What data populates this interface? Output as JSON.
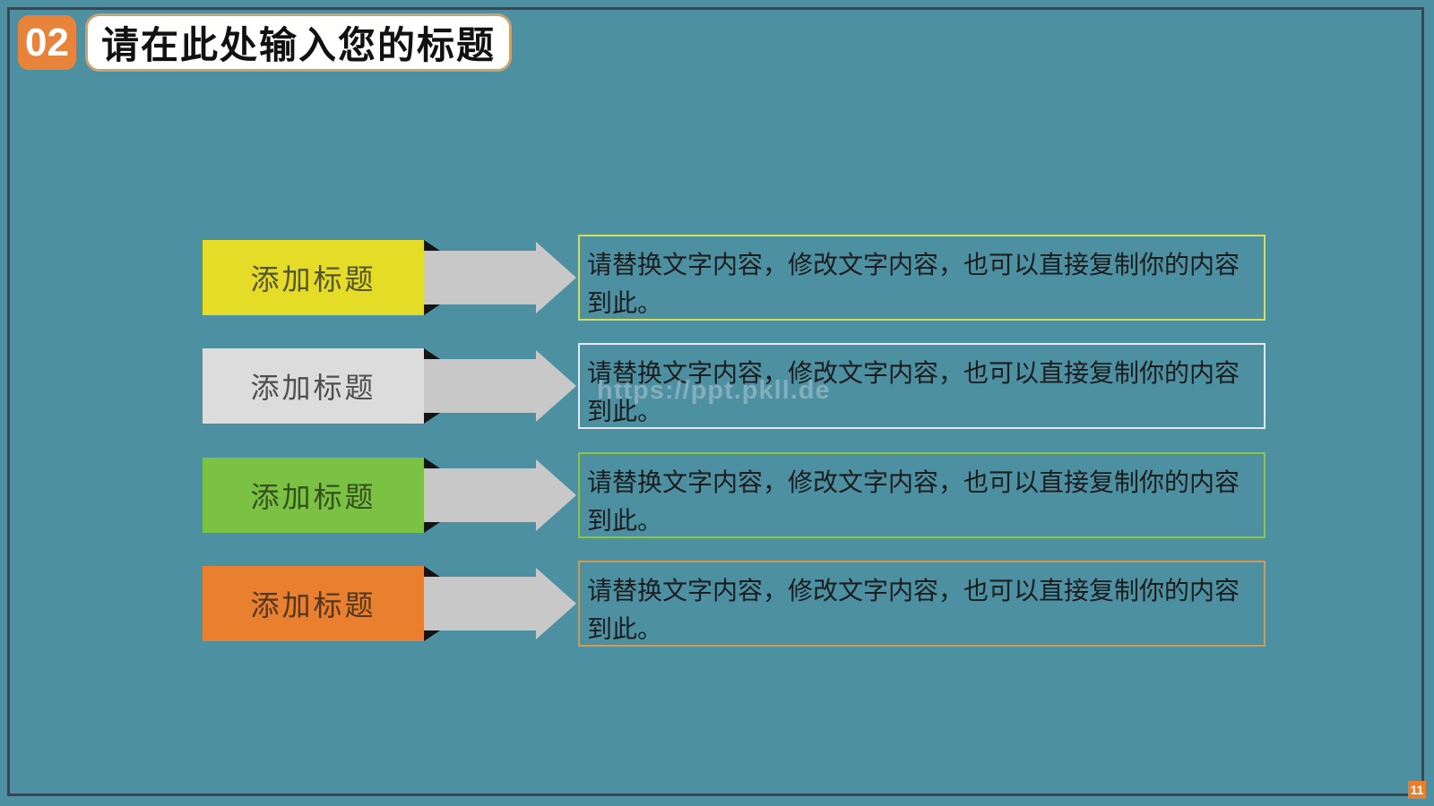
{
  "slide": {
    "section_number": "02",
    "title": "请在此处输入您的标题",
    "page_number": "11",
    "watermark": "https://ppt.pkll.de"
  },
  "colors": {
    "background": "#4d90a2",
    "frame_border": "#2d4b58",
    "arrow_fill": "#c8c8c8",
    "arrow_notch": "#141414",
    "number_badge": "#e8833c",
    "title_border": "#c9a271",
    "title_background": "#ffffff",
    "page_badge": "#e87e2e",
    "body_text": "#1c1c1c",
    "watermark_color": "#b9cdd6"
  },
  "rows": [
    {
      "label": "添加标题",
      "body": "请替换文字内容，修改文字内容，也可以直接复制你的内容到此。",
      "box_color": "#e5dc28",
      "label_color": "#54542a",
      "border_color": "#d9dd55"
    },
    {
      "label": "添加标题",
      "body": "请替换文字内容，修改文字内容，也可以直接复制你的内容到此。",
      "box_color": "#dcdcdc",
      "label_color": "#4f4f4f",
      "border_color": "#e4eaec"
    },
    {
      "label": "添加标题",
      "body": "请替换文字内容，修改文字内容，也可以直接复制你的内容到此。",
      "box_color": "#7bc143",
      "label_color": "#33511d",
      "border_color": "#8ec63f"
    },
    {
      "label": "添加标题",
      "body": "请替换文字内容，修改文字内容，也可以直接复制你的内容到此。",
      "box_color": "#e8802f",
      "label_color": "#54361c",
      "border_color": "#d09a52"
    }
  ]
}
